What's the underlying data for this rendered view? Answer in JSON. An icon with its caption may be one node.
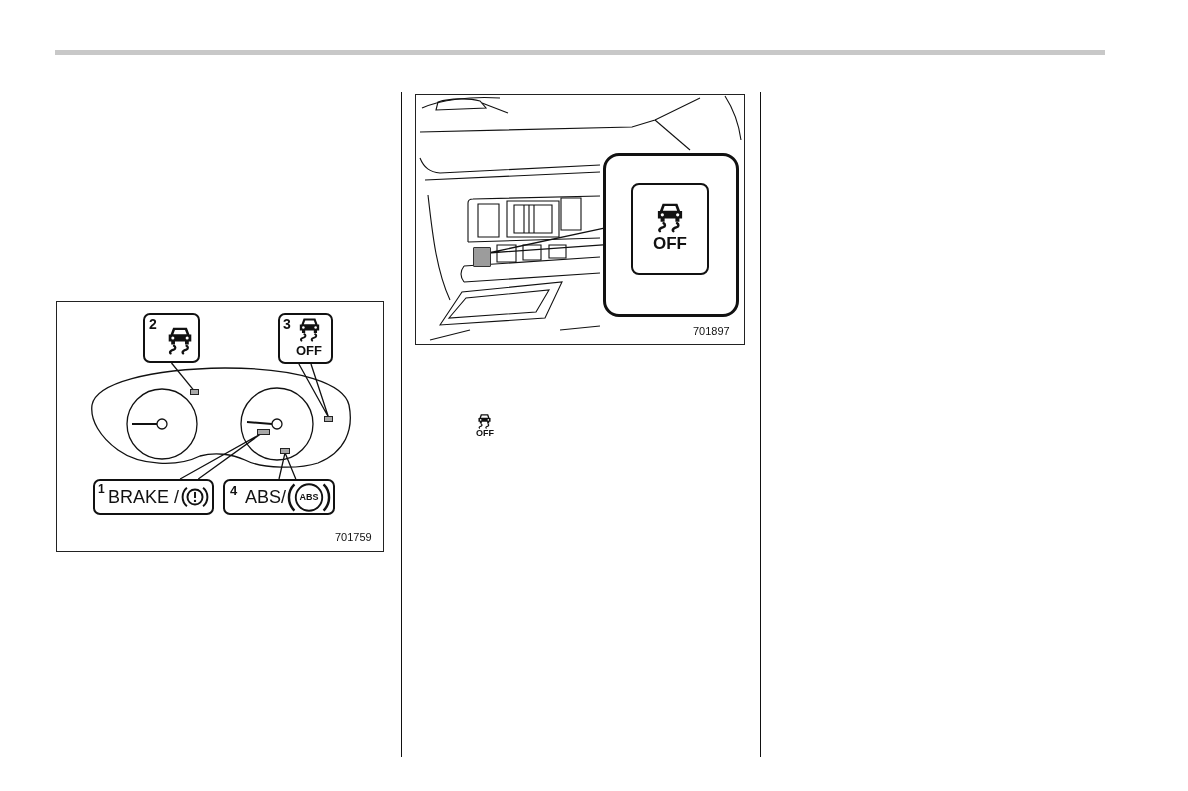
{
  "diagram": {
    "nodes": [
      {
        "text": [
          "701759"
        ]
      },
      {
        "text": [
          "2"
        ],
        "in": 0
      },
      {
        "text": [
          "3",
          "OFF"
        ],
        "in": 0
      },
      {
        "text": [],
        "shape": "box",
        "in": 0
      },
      {
        "text": [],
        "shape": "box",
        "in": 0
      },
      {
        "text": [],
        "shape": "box",
        "in": 0
      },
      {
        "text": [],
        "shape": "box",
        "in": 0
      },
      {
        "text": [
          "1",
          "BRAKE /"
        ],
        "in": 0
      },
      {
        "text": [
          "4",
          "ABS/",
          "ABS"
        ],
        "in": 0
      },
      {
        "text": [
          "701897"
        ]
      },
      {
        "text": [],
        "shape": "box",
        "in": 9
      },
      {
        "text": [],
        "shape": "box",
        "in": 9
      },
      {
        "text": [
          "OFF"
        ],
        "in": 11
      }
    ],
    "edges": [
      {
        "from": 1,
        "to": 3,
        "arrow": "none"
      },
      {
        "from": 2,
        "to": 4,
        "arrow": "none"
      },
      {
        "from": 7,
        "to": 5,
        "arrow": "none"
      },
      {
        "from": 8,
        "to": 6,
        "arrow": "none"
      },
      {
        "from": 11,
        "to": 10,
        "arrow": "none"
      }
    ],
    "labels": [
      "OFF"
    ]
  }
}
